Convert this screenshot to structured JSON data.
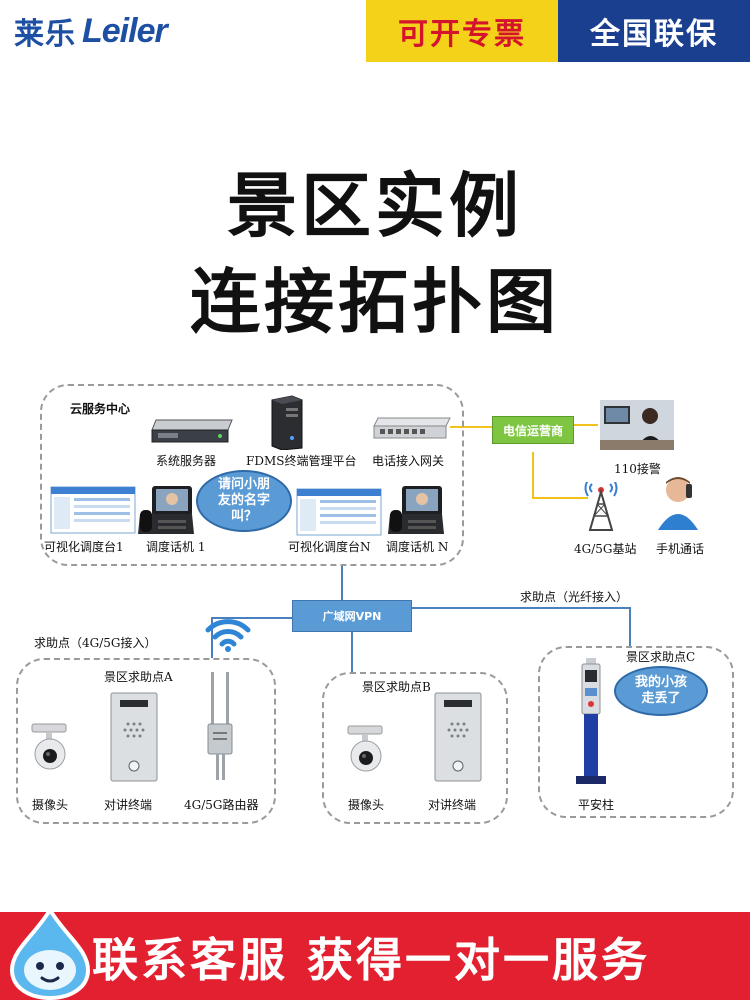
{
  "header": {
    "logo_cn": "莱乐",
    "logo_en": "Leiler",
    "badge_invoice": "可开专票",
    "badge_warranty": "全国联保"
  },
  "title": {
    "line1": "景区实例",
    "line2": "连接拓扑图"
  },
  "diagram": {
    "cloud_zone": {
      "label": "云服务中心",
      "system_server": "系统服务器",
      "fdms_platform": "FDMS终端管理平台",
      "phone_gateway": "电话接入网关",
      "console_1": "可视化调度台1",
      "dispatch_phone_1": "调度话机 1",
      "console_n": "可视化调度台N",
      "dispatch_phone_n": "调度话机 N",
      "bubble": [
        "请问小朋",
        "友的名字",
        "叫？"
      ]
    },
    "telecom": {
      "operator": "电信运营商",
      "police": "110接警",
      "base_station": "4G/5G基站",
      "mobile": "手机通话"
    },
    "wan_vpn": "广域网VPN",
    "fiber_label": "求助点（光纤接入）",
    "wireless_label": "求助点（4G/5G接入）",
    "point_a": {
      "label": "景区求助点A",
      "camera": "摄像头",
      "intercom": "对讲终端",
      "router": "4G/5G路由器"
    },
    "point_b": {
      "label": "景区求助点B",
      "camera": "摄像头",
      "intercom": "对讲终端"
    },
    "point_c": {
      "label": "景区求助点C",
      "pillar": "平安柱",
      "bubble": [
        "我的小孩",
        "走丢了"
      ]
    }
  },
  "footer": {
    "text": "联系客服  获得一对一服务"
  },
  "colors": {
    "brand_blue": "#1d4fa3",
    "badge_yellow": "#f5d21a",
    "badge_red_text": "#d3142c",
    "badge_blue": "#1b3f8f",
    "footer_red": "#e2202f",
    "link_yellow": "#f2c21a",
    "link_blue": "#4a7fc0",
    "operator_green": "#7ec642"
  }
}
